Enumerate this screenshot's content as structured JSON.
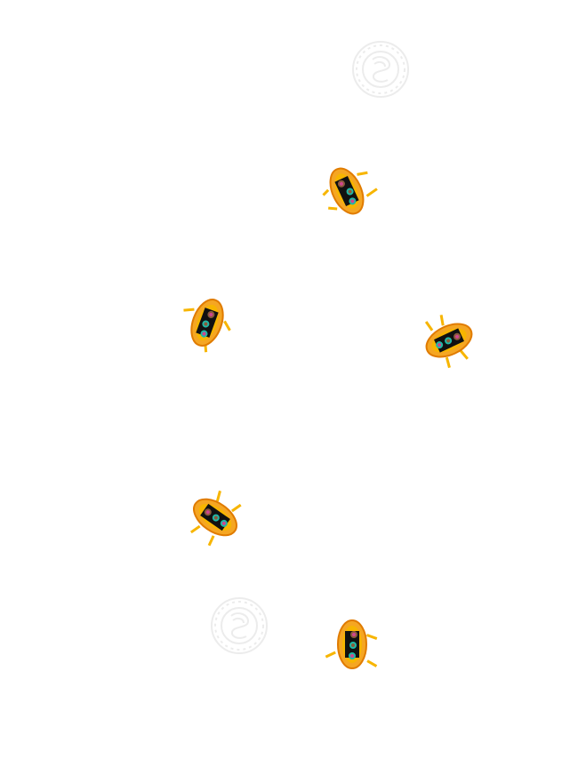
{
  "game": {
    "background_color": "#ffffff",
    "sprite_palette": {
      "raft_hull": "#f5a623",
      "raft_outline": "#e07b00",
      "raft_floor": "#111111",
      "paddle": "#f7b500",
      "rider_skin": "#8a5a3c",
      "rider_shirt": "#1fb8a6",
      "rider_hair": "#d0458e",
      "whirlpool": "#eeeeee"
    },
    "rafts": [
      {
        "id": "raft-1",
        "riders": 3,
        "icon": "raft-icon"
      },
      {
        "id": "raft-2",
        "riders": 3,
        "icon": "raft-icon"
      },
      {
        "id": "raft-3",
        "riders": 3,
        "icon": "raft-icon"
      },
      {
        "id": "raft-4",
        "riders": 3,
        "icon": "raft-icon"
      },
      {
        "id": "raft-5",
        "riders": 3,
        "icon": "raft-icon"
      }
    ],
    "whirlpools": [
      {
        "id": "whirlpool-1",
        "icon": "whirlpool-icon"
      },
      {
        "id": "whirlpool-2",
        "icon": "whirlpool-icon"
      }
    ]
  }
}
